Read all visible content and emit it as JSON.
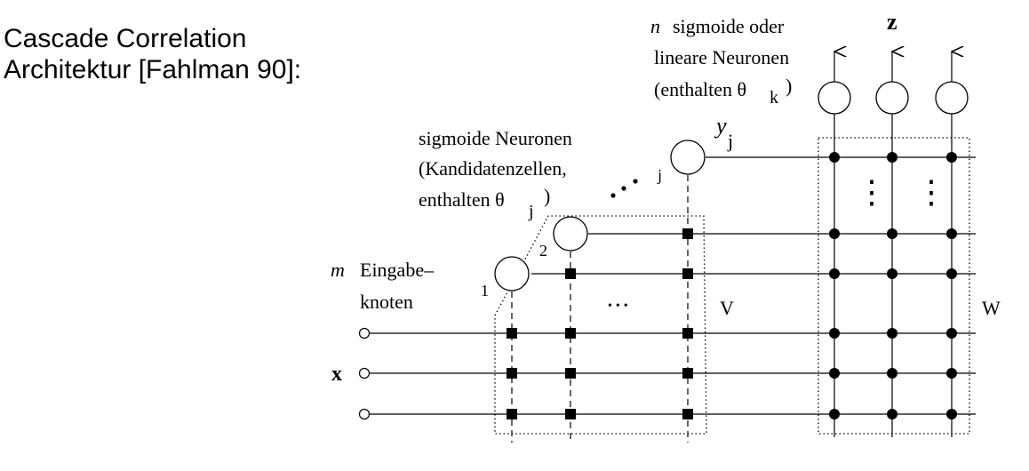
{
  "heading": {
    "line1": "Cascade Correlation",
    "line2": "Architektur [Fahlman 90]:"
  },
  "labels": {
    "output_var": "z",
    "output_desc_n": "n",
    "output_desc_1": "sigmoide oder",
    "output_desc_2": "lineare Neuronen",
    "output_desc_3": "(enthalten θ",
    "output_desc_3_sub": "k",
    "output_desc_3_close": ")",
    "hidden_desc_1": "sigmoide Neuronen",
    "hidden_desc_2": "(Kandidatenzellen,",
    "hidden_desc_3": "enthalten θ",
    "hidden_desc_3_sub": "j",
    "hidden_desc_3_close": ")",
    "hidden_out": "y",
    "hidden_out_sub": "j",
    "input_m": "m",
    "input_desc_1": "Eingabe–",
    "input_desc_2": "knoten",
    "input_var": "x",
    "matrix_v": "V",
    "matrix_w": "W",
    "unit_1": "1",
    "unit_2": "2",
    "unit_j": "j",
    "ellipsis": "•••",
    "vdots": "⋮"
  },
  "colors": {
    "ink": "#000000",
    "paper": "#ffffff"
  }
}
